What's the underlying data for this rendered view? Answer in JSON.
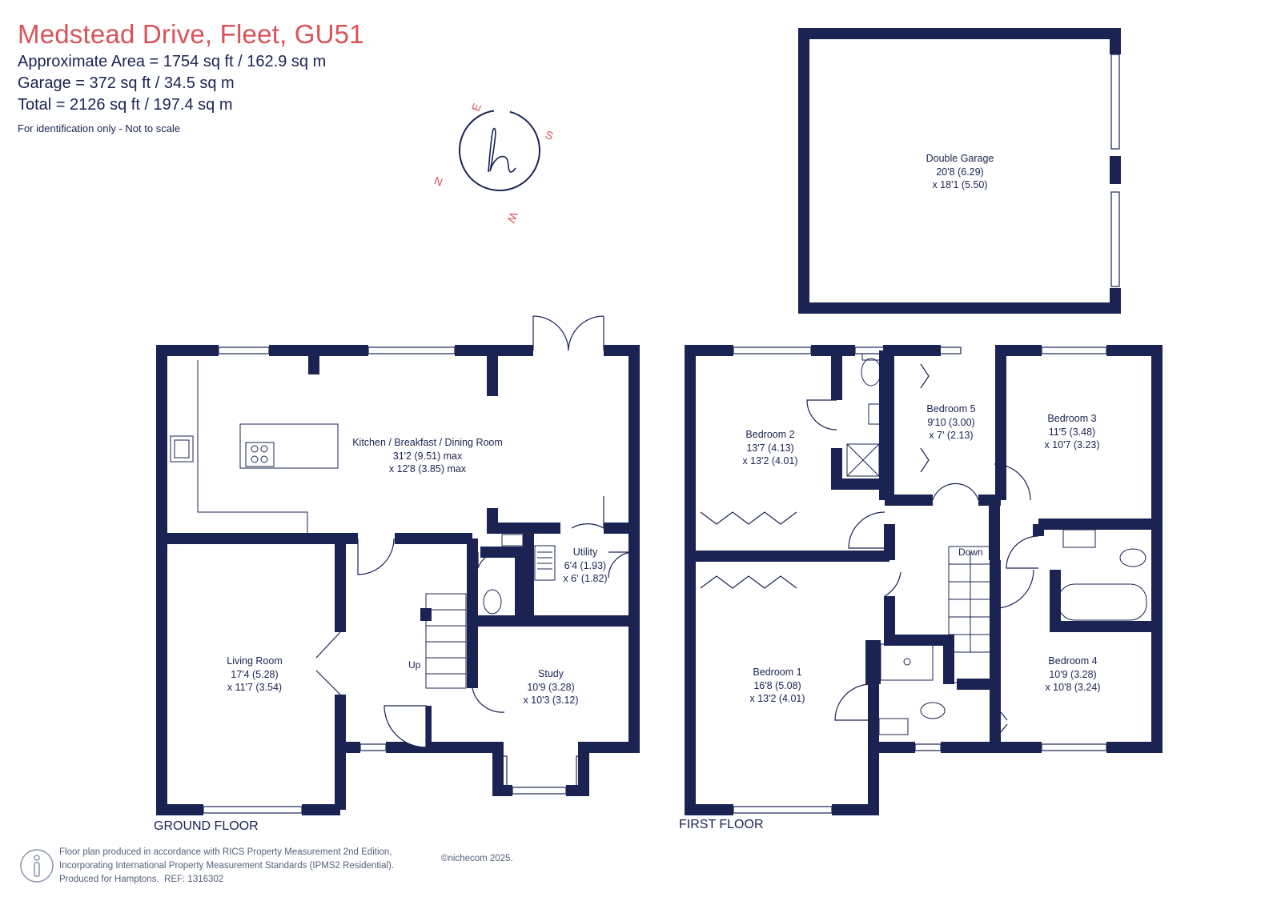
{
  "header": {
    "title": "Medstead Drive, Fleet, GU51",
    "approx_area": "Approximate Area = 1754 sq ft / 162.9 sq m",
    "garage_area": "Garage = 372 sq ft / 34.5 sq m",
    "total_area": "Total = 2126 sq ft / 197.4 sq m",
    "identification": "For identification only - Not to scale"
  },
  "compass": {
    "logo_letter": "h",
    "directions": {
      "n": "N",
      "e": "E",
      "s": "S",
      "w": "W"
    },
    "icon": "compass-rose"
  },
  "floors": {
    "ground_floor_label": "GROUND FLOOR",
    "first_floor_label": "FIRST FLOOR"
  },
  "rooms": {
    "garage": {
      "name": "Double Garage",
      "dim1": "20'8 (6.29)",
      "dim2": "x 18'1 (5.50)"
    },
    "kitchen": {
      "name": "Kitchen / Breakfast / Dining Room",
      "dim1": "31'2 (9.51) max",
      "dim2": "x 12'8 (3.85) max"
    },
    "utility": {
      "name": "Utility",
      "dim1": "6'4 (1.93)",
      "dim2": "x 6' (1.82)"
    },
    "living": {
      "name": "Living Room",
      "dim1": "17'4 (5.28)",
      "dim2": "x 11'7 (3.54)"
    },
    "study": {
      "name": "Study",
      "dim1": "10'9 (3.28)",
      "dim2": "x 10'3 (3.12)"
    },
    "bedroom2": {
      "name": "Bedroom 2",
      "dim1": "13'7 (4.13)",
      "dim2": "x 13'2 (4.01)"
    },
    "bedroom5": {
      "name": "Bedroom 5",
      "dim1": "9'10 (3.00)",
      "dim2": "x 7' (2.13)"
    },
    "bedroom3": {
      "name": "Bedroom 3",
      "dim1": "11'5 (3.48)",
      "dim2": "x 10'7 (3.23)"
    },
    "bedroom1": {
      "name": "Bedroom 1",
      "dim1": "16'8 (5.08)",
      "dim2": "x 13'2 (4.01)"
    },
    "bedroom4": {
      "name": "Bedroom 4",
      "dim1": "10'9 (3.28)",
      "dim2": "x 10'8 (3.24)"
    }
  },
  "stairs": {
    "up_label": "Up",
    "down_label": "Down"
  },
  "footer": {
    "line1": "Floor plan produced in accordance with RICS Property Measurement 2nd Edition,",
    "line2": "Incorporating International Property Measurement Standards (IPMS2 Residential).",
    "line3": "Produced for Hamptons.",
    "ref": "REF: 1316302",
    "copyright": "©nichecom 2025.",
    "icon": "info-person-icon"
  },
  "colors": {
    "wall": "#1b2352",
    "title": "#d9535a",
    "text": "#1b2352"
  }
}
